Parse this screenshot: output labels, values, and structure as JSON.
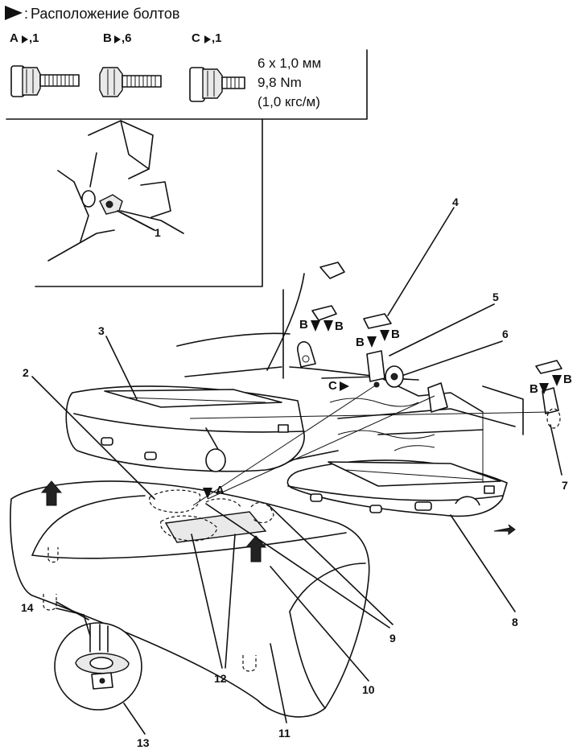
{
  "header": {
    "title": "Расположение болтов"
  },
  "bolt_types": [
    {
      "id": "A",
      "marker": "A",
      "count_label": ",1"
    },
    {
      "id": "B",
      "marker": "B",
      "count_label": ",6"
    },
    {
      "id": "C",
      "marker": "C",
      "count_label": ",1"
    }
  ],
  "bolt_spec": {
    "size": "6 x 1,0 мм",
    "torque": "9,8 Nm",
    "torque_alt": "(1,0 кгс/м)"
  },
  "callouts": [
    "1",
    "2",
    "3",
    "4",
    "5",
    "6",
    "7",
    "8",
    "9",
    "10",
    "11",
    "12",
    "13",
    "14"
  ],
  "bolt_markers": {
    "b": "B",
    "a": "A",
    "c": "C"
  }
}
